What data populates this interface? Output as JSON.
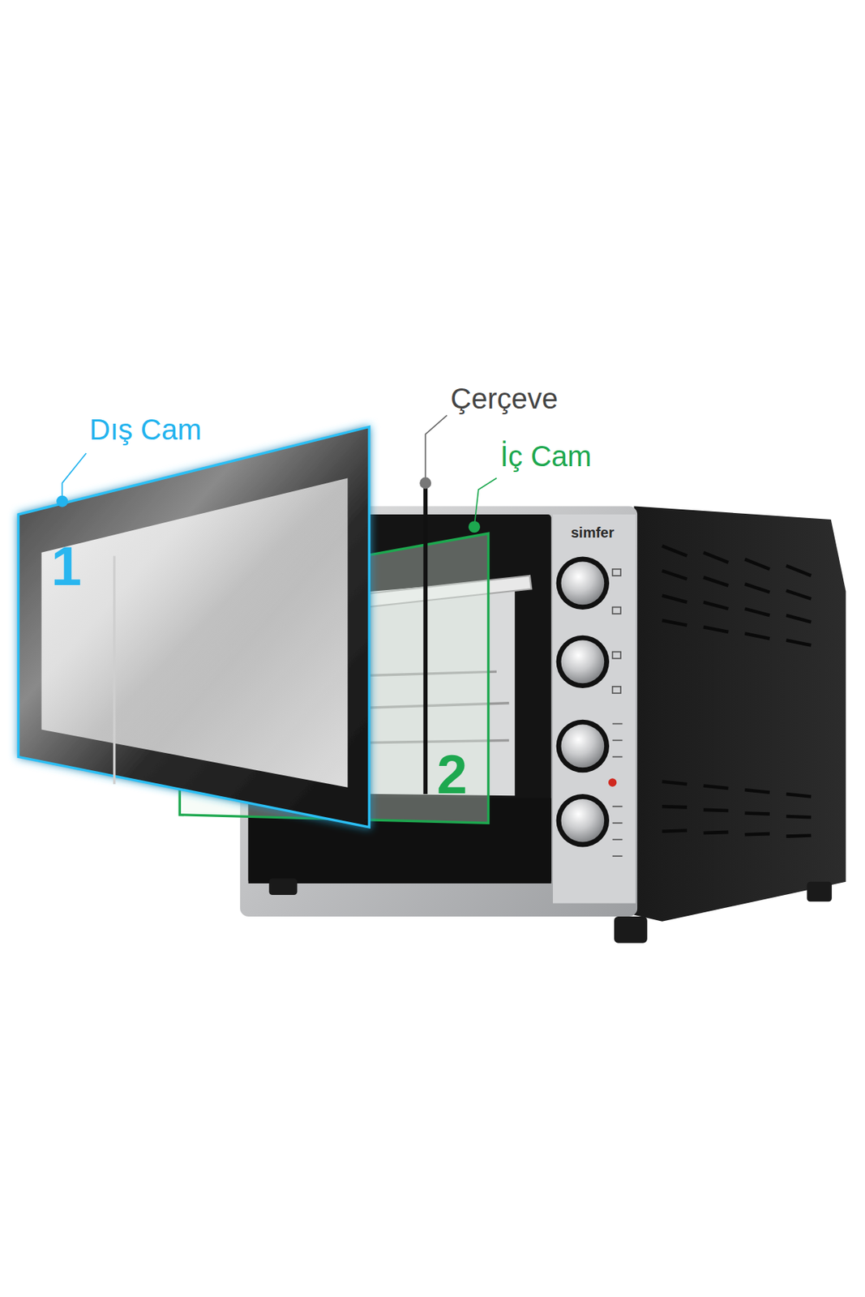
{
  "diagram": {
    "labels": [
      "Dış Cam",
      "Çerçeve",
      "İç Cam",
      "1",
      "2",
      "simfer"
    ]
  }
}
